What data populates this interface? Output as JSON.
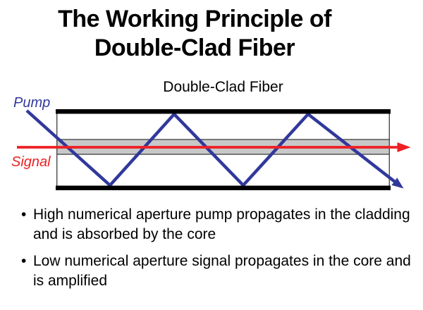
{
  "title": {
    "line1": "The Working Principle of",
    "line2": "Double-Clad Fiber"
  },
  "diagram": {
    "label": "Double-Clad Fiber",
    "pump_label": "Pump",
    "signal_label": "Signal"
  },
  "colors": {
    "pump_blue": "#31389c",
    "signal_red": "#ed2024",
    "wall_black": "#000000",
    "core_fill": "#c8c8c8",
    "core_border": "#4a4a4a",
    "edge_gray": "#4a4a4a",
    "text_black": "#000000"
  },
  "bullets": [
    {
      "text": "High numerical aperture pump propagates in the cladding and is absorbed by the core"
    },
    {
      "text": "Low numerical aperture signal propagates in the core and is amplified"
    }
  ]
}
